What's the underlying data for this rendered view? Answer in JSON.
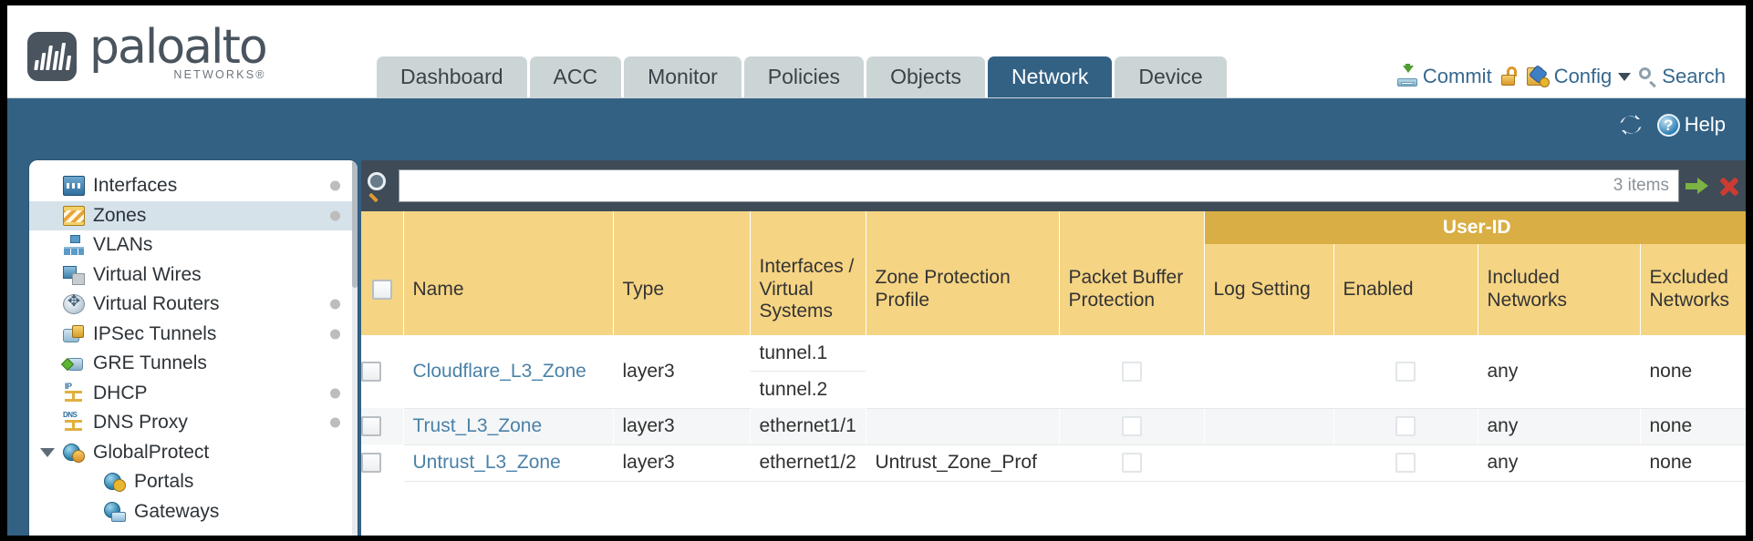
{
  "brand": {
    "name": "paloalto",
    "tagline": "NETWORKS",
    "trademark": "®"
  },
  "nav": {
    "tabs": [
      {
        "label": "Dashboard",
        "active": false
      },
      {
        "label": "ACC",
        "active": false
      },
      {
        "label": "Monitor",
        "active": false
      },
      {
        "label": "Policies",
        "active": false
      },
      {
        "label": "Objects",
        "active": false
      },
      {
        "label": "Network",
        "active": true
      },
      {
        "label": "Device",
        "active": false
      }
    ]
  },
  "header_actions": {
    "commit": "Commit",
    "lock": "",
    "config": "Config",
    "search": "Search"
  },
  "band": {
    "refresh": "",
    "help": "Help",
    "help_glyph": "?"
  },
  "sidebar": {
    "items": [
      {
        "label": "Interfaces",
        "icon": "interfaces-icon",
        "dot": true,
        "selected": false,
        "sub": false,
        "expander": false
      },
      {
        "label": "Zones",
        "icon": "zones-icon",
        "dot": true,
        "selected": true,
        "sub": false,
        "expander": false
      },
      {
        "label": "VLANs",
        "icon": "vlans-icon",
        "dot": false,
        "selected": false,
        "sub": false,
        "expander": false
      },
      {
        "label": "Virtual Wires",
        "icon": "virtual-wires-icon",
        "dot": false,
        "selected": false,
        "sub": false,
        "expander": false
      },
      {
        "label": "Virtual Routers",
        "icon": "virtual-routers-icon",
        "dot": true,
        "selected": false,
        "sub": false,
        "expander": false
      },
      {
        "label": "IPSec Tunnels",
        "icon": "ipsec-tunnels-icon",
        "dot": true,
        "selected": false,
        "sub": false,
        "expander": false
      },
      {
        "label": "GRE Tunnels",
        "icon": "gre-tunnels-icon",
        "dot": false,
        "selected": false,
        "sub": false,
        "expander": false
      },
      {
        "label": "DHCP",
        "icon": "dhcp-icon",
        "dot": true,
        "selected": false,
        "sub": false,
        "expander": false
      },
      {
        "label": "DNS Proxy",
        "icon": "dns-proxy-icon",
        "dot": true,
        "selected": false,
        "sub": false,
        "expander": false
      },
      {
        "label": "GlobalProtect",
        "icon": "globalprotect-icon",
        "dot": false,
        "selected": false,
        "sub": false,
        "expander": true
      },
      {
        "label": "Portals",
        "icon": "portals-icon",
        "dot": false,
        "selected": false,
        "sub": true,
        "expander": false
      },
      {
        "label": "Gateways",
        "icon": "gateways-icon",
        "dot": false,
        "selected": false,
        "sub": true,
        "expander": false
      }
    ]
  },
  "search": {
    "value": "",
    "placeholder": "",
    "item_count": "3 items"
  },
  "table": {
    "group_header": {
      "user_id": "User-ID"
    },
    "columns": [
      "Name",
      "Type",
      "Interfaces / Virtual Systems",
      "Zone Protection Profile",
      "Packet Buffer Protection",
      "Log Setting",
      "Enabled",
      "Included Networks",
      "Excluded Networks"
    ],
    "rows": [
      {
        "name": "Cloudflare_L3_Zone",
        "type": "layer3",
        "interfaces": [
          "tunnel.1",
          "tunnel.2"
        ],
        "zone_protection_profile": "",
        "packet_buffer_protection": false,
        "log_setting": "",
        "user_id_enabled": false,
        "included_networks": "any",
        "excluded_networks": "none"
      },
      {
        "name": "Trust_L3_Zone",
        "type": "layer3",
        "interfaces": [
          "ethernet1/1"
        ],
        "zone_protection_profile": "",
        "packet_buffer_protection": false,
        "log_setting": "",
        "user_id_enabled": false,
        "included_networks": "any",
        "excluded_networks": "none"
      },
      {
        "name": "Untrust_L3_Zone",
        "type": "layer3",
        "interfaces": [
          "ethernet1/2"
        ],
        "zone_protection_profile": "Untrust_Zone_Prof",
        "packet_buffer_protection": false,
        "log_setting": "",
        "user_id_enabled": false,
        "included_networks": "any",
        "excluded_networks": "none"
      }
    ]
  },
  "colors": {
    "brand_blue": "#336184",
    "band_dark": "#3f4b57",
    "table_header_gold": "#f5d483",
    "userid_gold": "#d9ae44",
    "link_blue": "#4a82a8",
    "tab_inactive": "#ccd5d6"
  }
}
